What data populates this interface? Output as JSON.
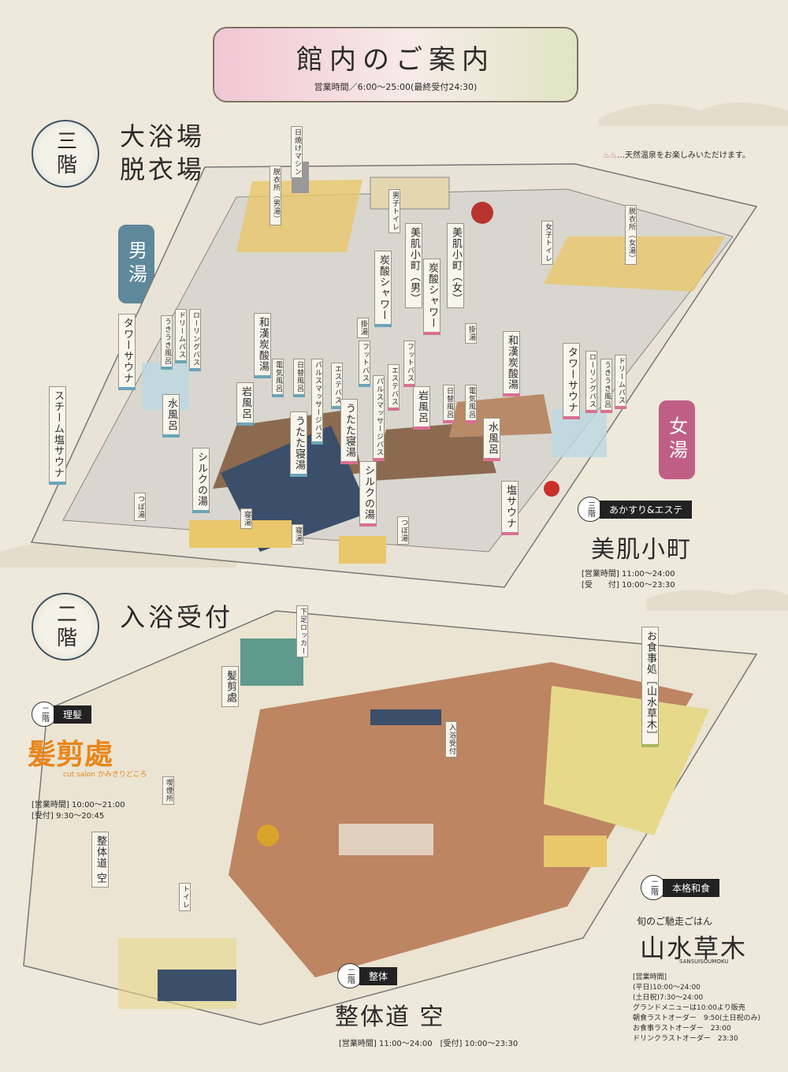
{
  "title": "館内のご案内",
  "hours": "営業時間／6:00〜25:00(最終受付24:30)",
  "floor3": {
    "num": "三階",
    "title_lines": [
      "大浴場",
      "脱衣場"
    ],
    "legend": "…天然温泉をお楽しみいただけます。",
    "men": "男湯",
    "women": "女湯",
    "labels": [
      "日焼けマシン",
      "脱衣所（男湯）",
      "男子トイレ",
      "美肌小町（男）",
      "美肌小町（女）",
      "女子トイレ",
      "脱衣所（女湯）",
      "炭酸シャワー",
      "炭酸シャワー",
      "ローリングバス",
      "ドリームバス",
      "うきうき風呂",
      "タワーサウナ",
      "和漢炭酸湯",
      "電気風呂",
      "日替風呂",
      "パルスマッサージバス",
      "エステバス",
      "フットバス",
      "フットバス",
      "エステバス",
      "パルスマッサージバス",
      "日替風呂",
      "電気風呂",
      "和漢炭酸湯",
      "タワーサウナ",
      "ローリングバス",
      "うきうき風呂",
      "ドリームバス",
      "スチーム塩サウナ",
      "水風呂",
      "岩風呂",
      "シルクの湯",
      "うたた寝湯",
      "うたた寝湯",
      "岩風呂",
      "シルクの湯",
      "水風呂",
      "塩サウナ",
      "つぼ湯",
      "寝湯",
      "寝湯",
      "つぼ湯",
      "掛湯",
      "掛湯"
    ]
  },
  "floor3_shop": {
    "badge": "三階",
    "category": "あかすり&エステ",
    "name": "美肌小町",
    "hours1": "[営業時間] 11:00〜24:00",
    "hours2": "[受　　付] 10:00〜23:30"
  },
  "floor2": {
    "num": "二階",
    "title": "入浴受付",
    "labels": [
      "下足ロッカー",
      "髪剪處",
      "お食事処［山水草木］",
      "入浴受付",
      "喫煙所",
      "整体道 空",
      "トイレ"
    ]
  },
  "barber": {
    "badge": "二階",
    "category": "理髪",
    "name": "髪剪處",
    "sub": "cut salon かみきりどころ",
    "hours1": "[営業時間] 10:00〜21:00",
    "hours2": "[受付] 9:30〜20:45"
  },
  "washoku": {
    "badge": "二階",
    "category": "本格和食",
    "tagline": "旬のご馳走ごはん",
    "name": "山水草木",
    "roman": "SANSUISOUMOKU",
    "lines": [
      "[営業時間]",
      "(平日)10:00〜24:00",
      "(土日祝)7:30〜24:00",
      "グランドメニューは10:00より販売",
      "朝食ラストオーダー　9:50(土日祝のみ)",
      "お食事ラストオーダー　23:00",
      "ドリンクラストオーダー　23:30"
    ]
  },
  "seitai": {
    "badge": "二階",
    "category": "整体",
    "name": "整体道 空",
    "hours": "[営業時間] 11:00〜24:00　[受付] 10:00〜23:30"
  },
  "colors": {
    "men": "#5f889a",
    "women": "#c05f86",
    "floor_wood": "#b87a55",
    "tatami": "#e6d98a"
  }
}
